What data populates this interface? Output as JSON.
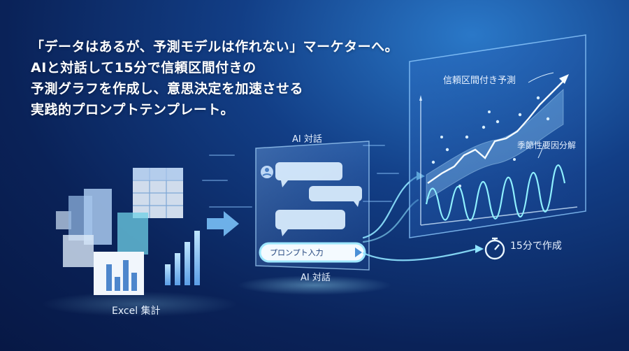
{
  "headline": [
    "「データはあるが、予測モデルは作れない」マーケターへ。",
    "AIと対話して15分で信頼区間付きの",
    "予測グラフを作成し、意思決定を加速させる",
    "実践的プロンプトテンプレート。"
  ],
  "labels": {
    "excel": "Excel 集計",
    "ai_chat_top": "AI 対話",
    "ai_chat_bottom": "AI 対話",
    "prompt_input": "プロンプト入力",
    "forecast": "信頼区間付き予測",
    "seasonal": "季節性要因分解",
    "time": "15分で作成"
  },
  "icons": [
    "spreadsheet-icon",
    "bar-chart-icon",
    "chat-bubble-icon",
    "avatar-icon",
    "send-icon",
    "stopwatch-icon",
    "arrow-icon"
  ],
  "colors": {
    "accent": "#7fe3ff",
    "background": "#0a2258"
  }
}
